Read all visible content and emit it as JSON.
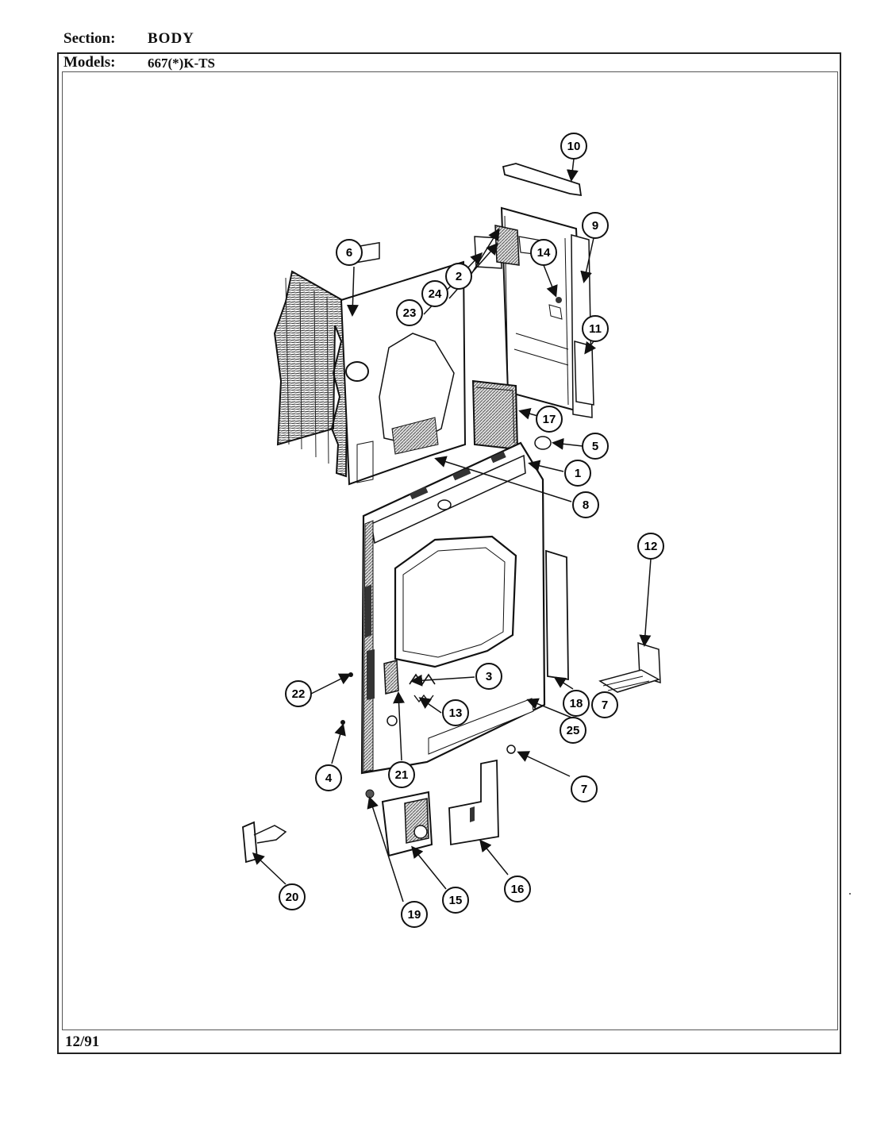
{
  "header": {
    "section_label": "Section:",
    "section_value": "BODY",
    "models_label": "Models:",
    "models_value": "667(*)K-TS"
  },
  "footer": {
    "date": "12/91"
  },
  "callouts": {
    "c1": "1",
    "c2": "2",
    "c3": "3",
    "c4": "4",
    "c5": "5",
    "c6": "6",
    "c7a": "7",
    "c7b": "7",
    "c8": "8",
    "c9": "9",
    "c10": "10",
    "c11": "11",
    "c12": "12",
    "c13": "13",
    "c14": "14",
    "c15": "15",
    "c16": "16",
    "c17": "17",
    "c18": "18",
    "c19": "19",
    "c20": "20",
    "c21": "21",
    "c22": "22",
    "c23": "23",
    "c24": "24",
    "c25": "25"
  }
}
